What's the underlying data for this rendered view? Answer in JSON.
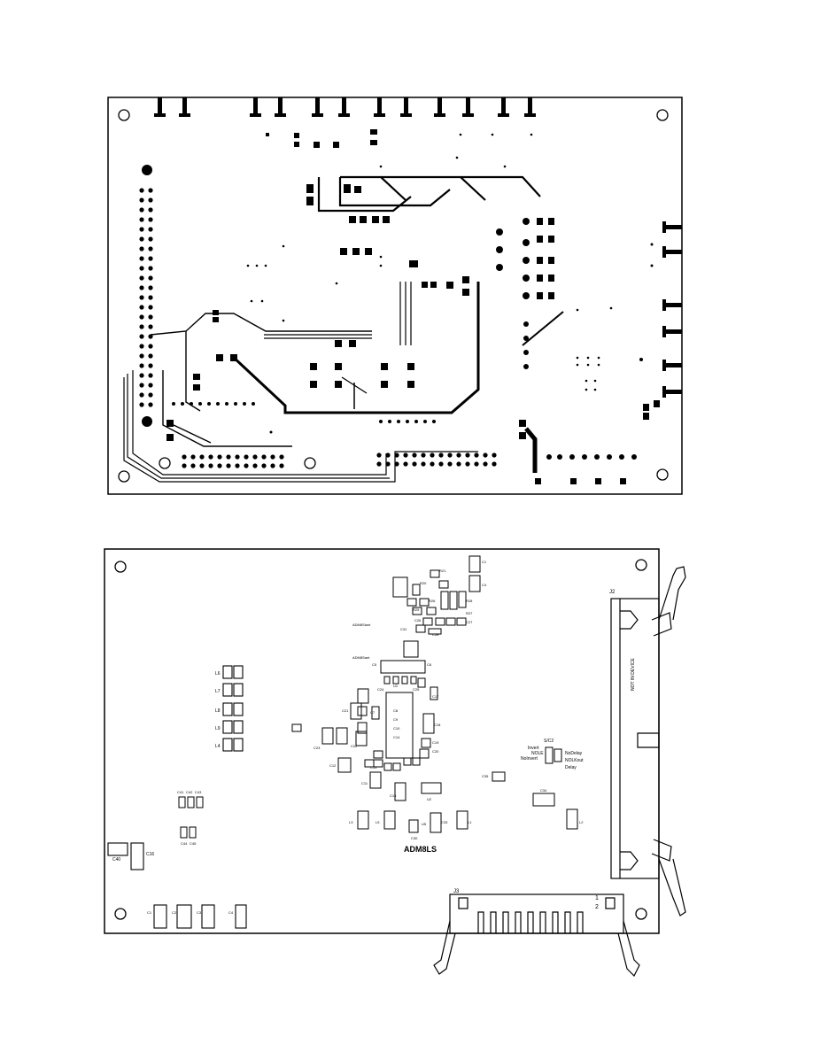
{
  "top_board": {
    "view": "copper layer"
  },
  "bottom_board": {
    "view": "silkscreen / assembly",
    "board_name": "ADM8LS",
    "net_labels": [
      "ADM8Slant",
      "ADM8Sant"
    ],
    "connector_j2": {
      "ref": "J2",
      "text": "NOT IN DEVICE"
    },
    "connector_j3": {
      "ref": "J3",
      "pins": [
        "1",
        "2"
      ]
    },
    "switch_labels": {
      "left_top": "Invert",
      "left_mid": "NOLE",
      "left_bot": "NoInvert",
      "right_top": "NoDelay",
      "right_mid": "NOLKout",
      "right_bot": "Delay",
      "ref": "S/C2"
    },
    "left_column_refs": [
      "L6",
      "L7",
      "L8",
      "L9",
      "L4"
    ],
    "resistor_cluster_refs": [
      "C41",
      "C42",
      "C43",
      "C44",
      "C45"
    ],
    "bottom_left_refs": [
      "C40",
      "C16"
    ],
    "bottom_row_refs": [
      "C1",
      "C2",
      "C3",
      "C4"
    ],
    "upper_cluster_refs": [
      "C1",
      "C4",
      "R25",
      "R26",
      "R27",
      "R28",
      "C26",
      "C27",
      "C28",
      "R20",
      "R21",
      "C31"
    ],
    "center_refs": [
      "C5",
      "C6",
      "C7",
      "C8",
      "C9",
      "C10",
      "C11",
      "C12",
      "C13",
      "C14",
      "C15",
      "C17",
      "C18",
      "C19",
      "C20",
      "C21",
      "C22",
      "C23",
      "C24",
      "C25",
      "U1",
      "U2"
    ],
    "lower_refs": [
      "L3",
      "L2",
      "L1",
      "L5",
      "C30",
      "C33",
      "C34",
      "C35",
      "U5"
    ]
  }
}
